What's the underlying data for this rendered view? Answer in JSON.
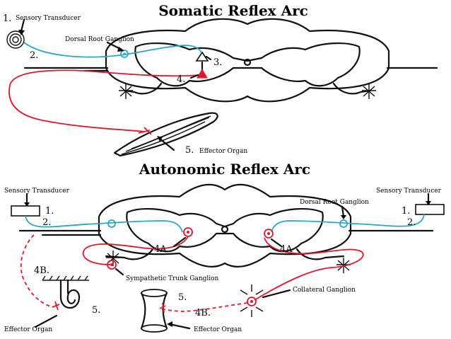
{
  "somatic": {
    "title": "Somatic Reflex Arc",
    "labels": {
      "n1": "1.",
      "sensory_transducer": "Sensory Transducer",
      "dorsal_root_ganglion": "Dorsal Root Ganglion",
      "n2": "2.",
      "n3": "3.",
      "n4": "4.",
      "n5": "5.",
      "effector_organ": "Effector Organ"
    }
  },
  "autonomic": {
    "title": "Autonomic Reflex Arc",
    "labels": {
      "sensory_transducer_left": "Sensory Transducer",
      "sensory_transducer_right": "Sensory Transducer",
      "dorsal_root_ganglion": "Dorsal Root Ganglion",
      "n1_left": "1.",
      "n2_left": "2.",
      "n1_right": "1.",
      "n2_right": "2.",
      "n4a_left": "4A",
      "n4a_right": "4A",
      "n4b_left": "4B.",
      "n4b_right": "4B.",
      "n5_left": "5.",
      "n5_right": "5.",
      "sympathetic_trunk_ganglion": "Sympathetic Trunk Ganglion",
      "collateral_ganglion": "Collateral Ganglion",
      "effector_organ_left": "Effector Organ",
      "effector_organ_right": "Effector Organ"
    }
  },
  "colors": {
    "sensory_neuron": "#2aa6c9",
    "motor_neuron": "#e0182d",
    "outline": "#111111",
    "background": "#ffffff"
  }
}
